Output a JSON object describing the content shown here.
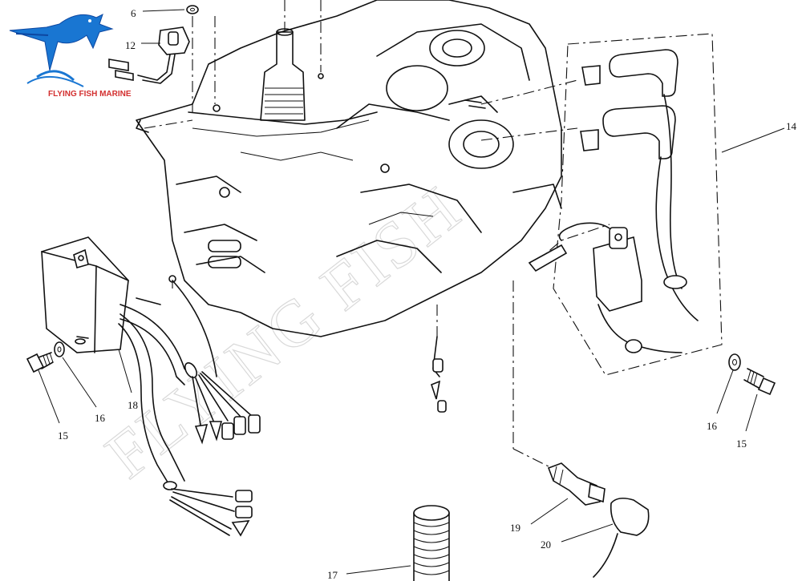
{
  "logo": {
    "brand_text": "FLYING FISH MARINE",
    "brand_color": "#1565c0",
    "text_color": "#d32f2f"
  },
  "watermark": {
    "text": "FLYING FISH"
  },
  "callouts": {
    "c6": "6",
    "c12": "12",
    "c14": "14",
    "c15_left": "15",
    "c16_left": "16",
    "c18": "18",
    "c16_right": "16",
    "c15_right": "15",
    "c19": "19",
    "c20": "20",
    "c17": "17"
  }
}
